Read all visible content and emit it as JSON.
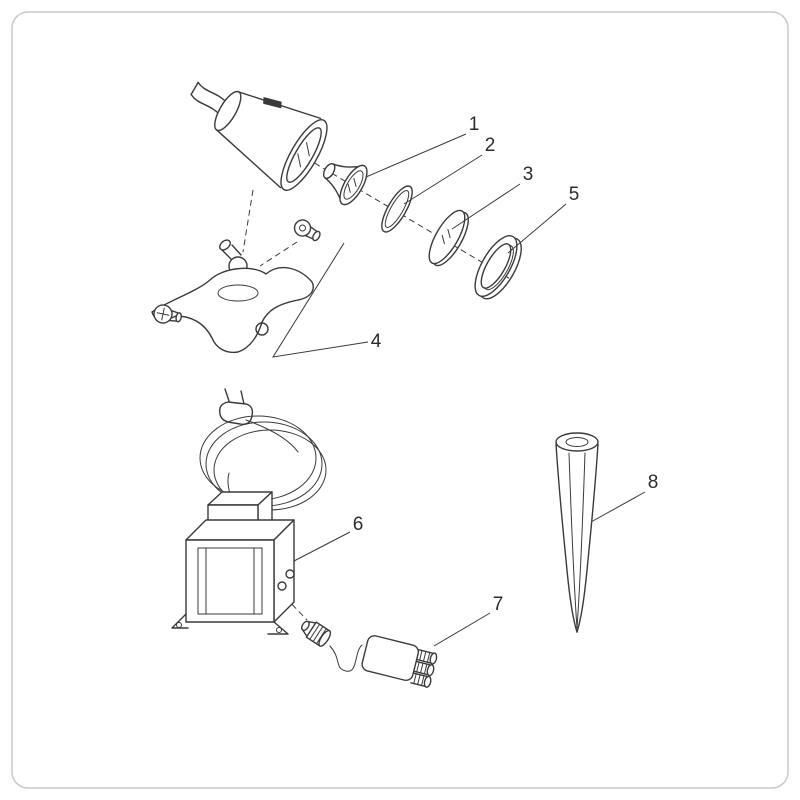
{
  "canvas": {
    "background": "#ffffff",
    "border_color": "#c9c9c9",
    "line_color": "#3a3a3a",
    "label_color": "#2b2b2b"
  },
  "parts": [
    {
      "label": "1"
    },
    {
      "label": "2"
    },
    {
      "label": "3"
    },
    {
      "label": "4"
    },
    {
      "label": "5"
    },
    {
      "label": "6"
    },
    {
      "label": "7"
    },
    {
      "label": "8"
    }
  ]
}
